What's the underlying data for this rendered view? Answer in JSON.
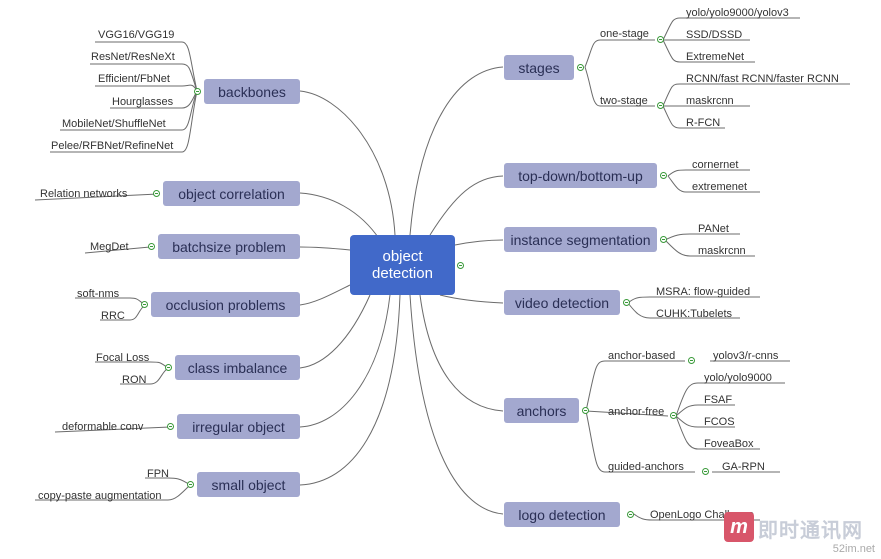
{
  "center": {
    "line1": "object",
    "line2": "detection"
  },
  "left": {
    "backbones": {
      "label": "backbones",
      "items": [
        "VGG16/VGG19",
        "ResNet/ResNeXt",
        "Efficient/FbNet",
        "Hourglasses",
        "MobileNet/ShuffleNet",
        "Pelee/RFBNet/RefineNet"
      ]
    },
    "object_correlation": {
      "label": "object correlation",
      "items": [
        "Relation networks"
      ]
    },
    "batchsize_problem": {
      "label": "batchsize problem",
      "items": [
        "MegDet"
      ]
    },
    "occlusion_problems": {
      "label": "occlusion problems",
      "items": [
        "soft-nms",
        "RRC"
      ]
    },
    "class_imbalance": {
      "label": "class imbalance",
      "items": [
        "Focal Loss",
        "RON"
      ]
    },
    "irregular_object": {
      "label": "irregular object",
      "items": [
        "deformable conv"
      ]
    },
    "small_object": {
      "label": "small object",
      "items": [
        "FPN",
        "copy-paste augmentation"
      ]
    }
  },
  "right": {
    "stages": {
      "label": "stages",
      "one_stage": {
        "label": "one-stage",
        "items": [
          "yolo/yolo9000/yolov3",
          "SSD/DSSD",
          "ExtremeNet"
        ]
      },
      "two_stage": {
        "label": "two-stage",
        "items": [
          "RCNN/fast RCNN/faster RCNN",
          "maskrcnn",
          "R-FCN"
        ]
      }
    },
    "top_down": {
      "label": "top-down/bottom-up",
      "items": [
        "cornernet",
        "extremenet"
      ]
    },
    "instance_segmentation": {
      "label": "instance segmentation",
      "items": [
        "PANet",
        "maskrcnn"
      ]
    },
    "video_detection": {
      "label": "video detection",
      "items": [
        "MSRA: flow-guided",
        "CUHK:Tubelets"
      ]
    },
    "anchors": {
      "label": "anchors",
      "anchor_based": {
        "label": "anchor-based",
        "items": [
          "yolov3/r-cnns"
        ]
      },
      "anchor_free": {
        "label": "anchor-free",
        "items": [
          "yolo/yolo9000",
          "FSAF",
          "FCOS",
          "FoveaBox"
        ]
      },
      "guided_anchors": {
        "label": "guided-anchors",
        "items": [
          "GA-RPN"
        ]
      }
    },
    "logo_detection": {
      "label": "logo detection",
      "items": [
        "OpenLogo Challenge"
      ]
    }
  },
  "watermark": {
    "logo_letter": "m",
    "text": "即时通讯网",
    "url": "52im.net"
  }
}
